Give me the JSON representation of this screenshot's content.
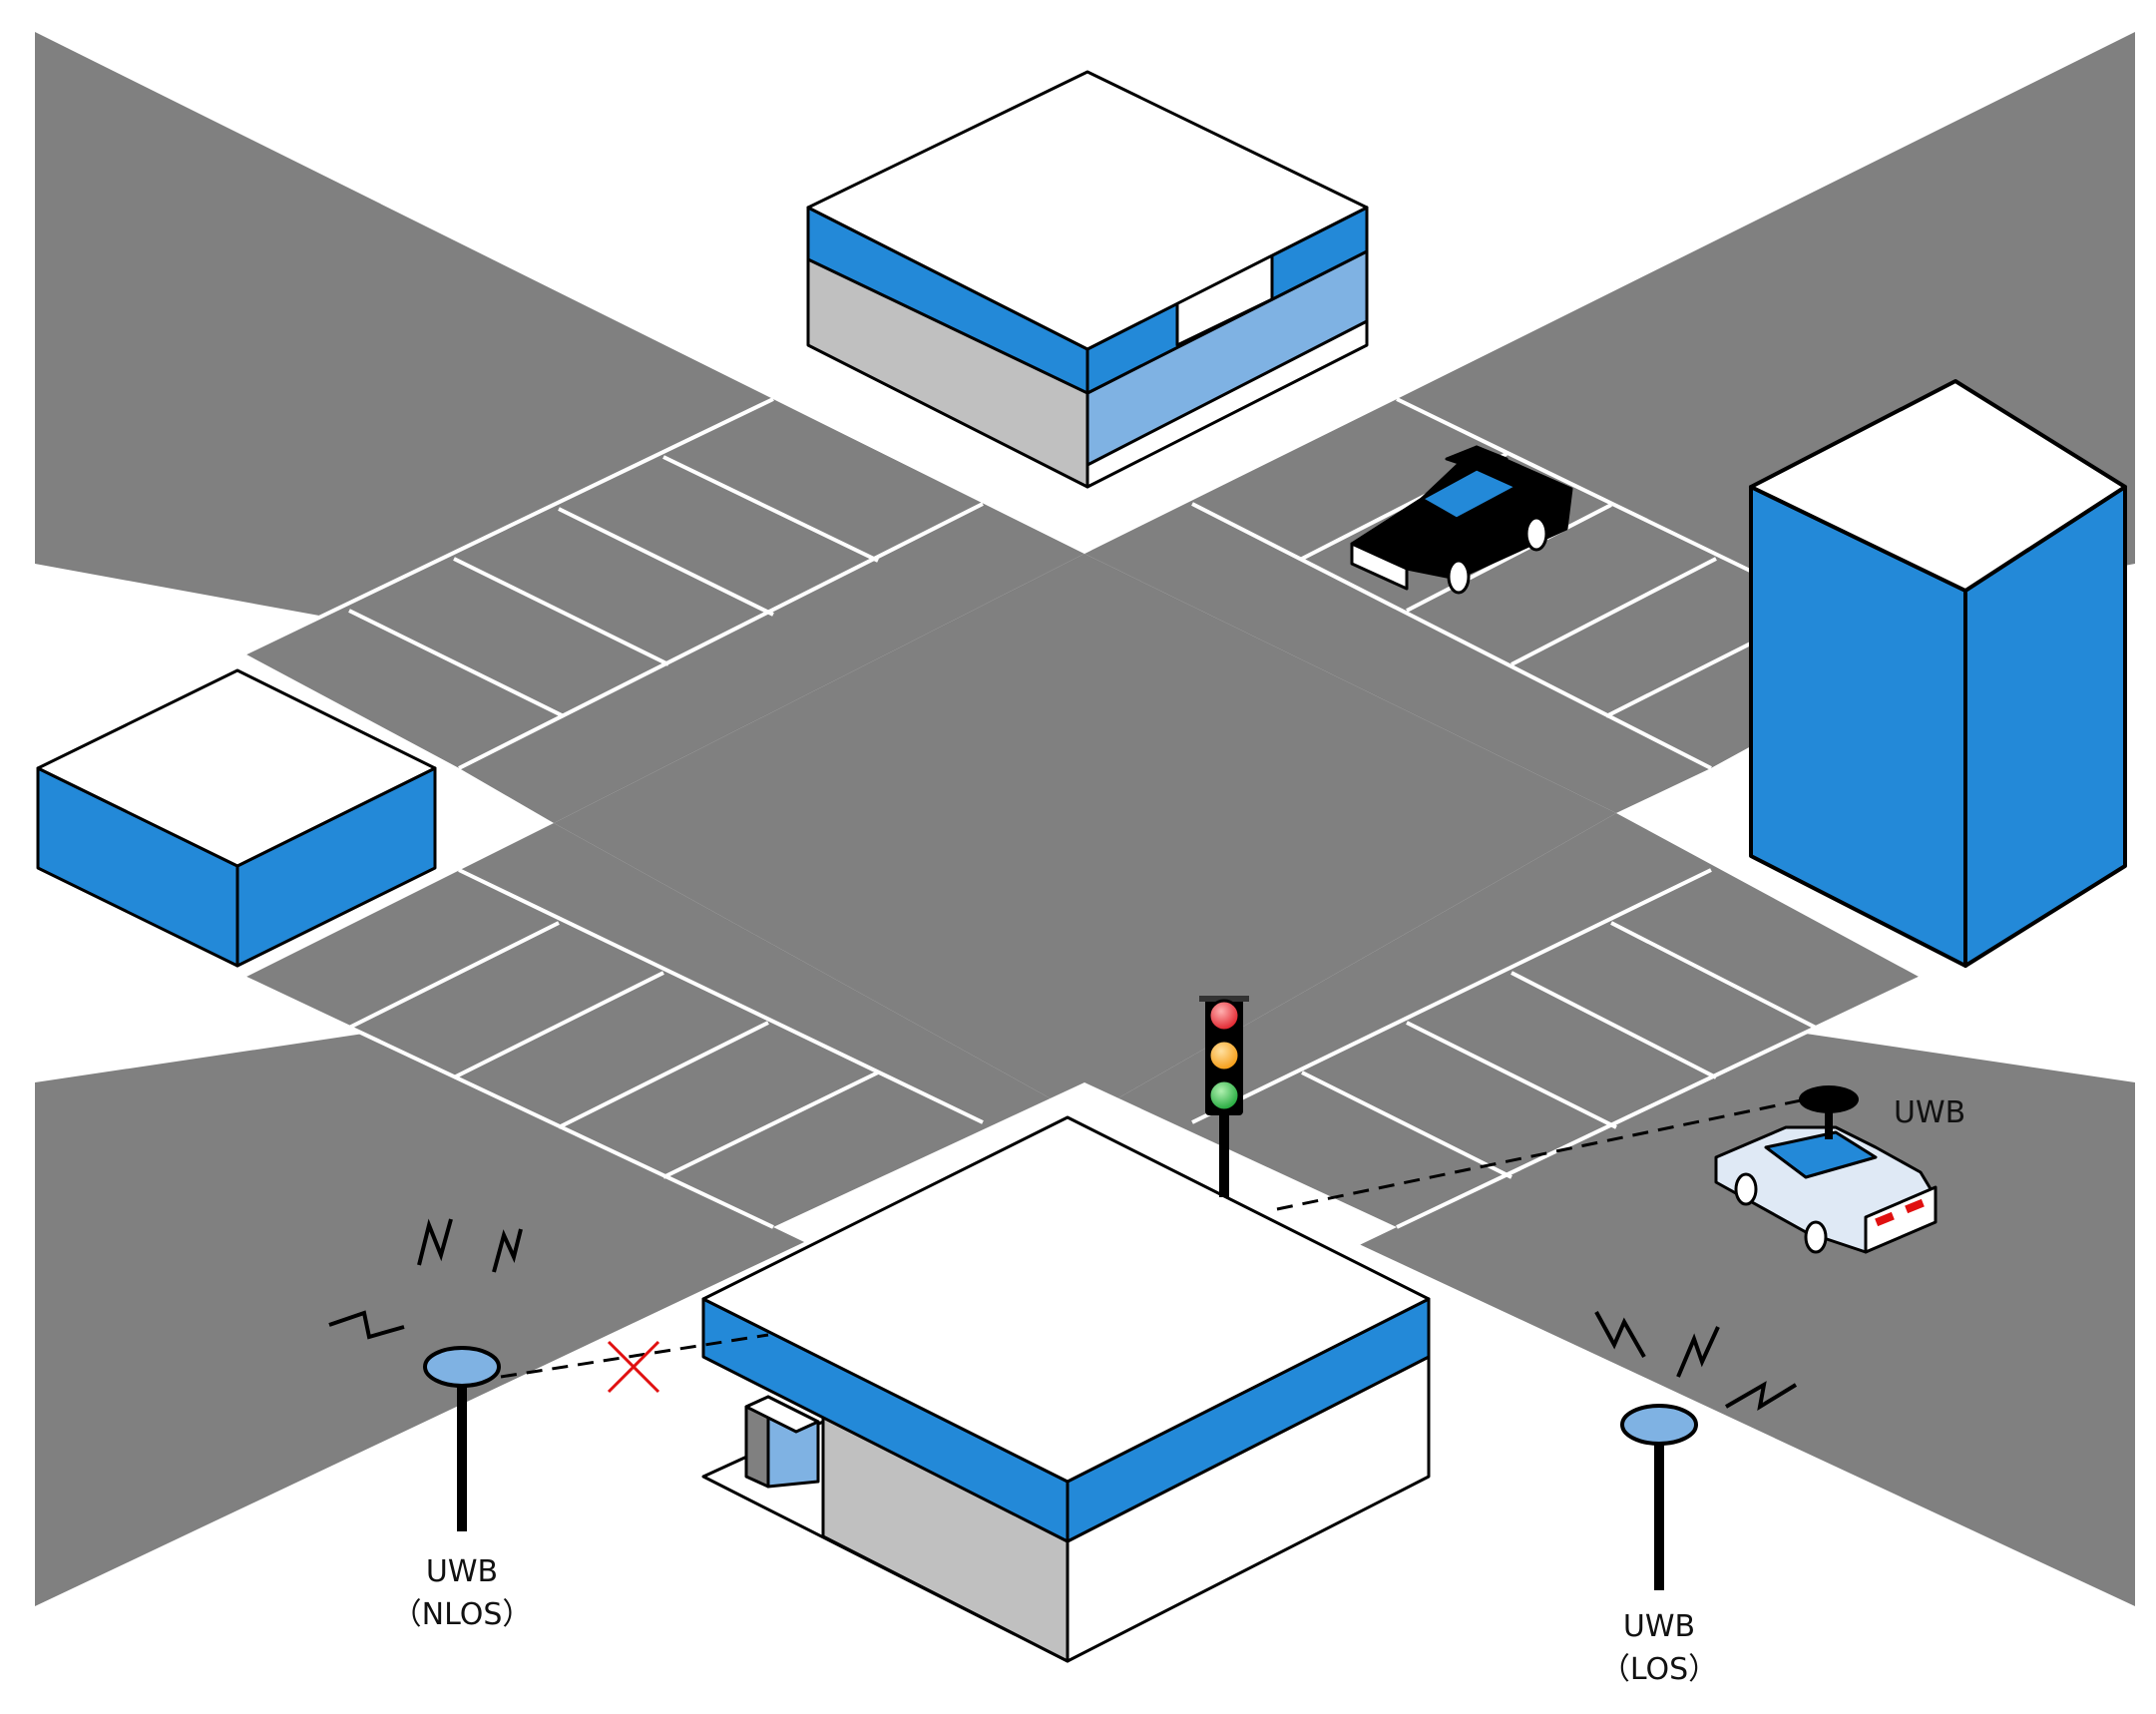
{
  "colors": {
    "road": "#808080",
    "lane_marking": "#ffffff",
    "roof": "#ffffff",
    "facade_blue": "#2389d8",
    "facade_light_blue": "#7fb2e3",
    "wall_gray": "#c0c0c0",
    "outline": "#000000",
    "blocked_signal": "#e01010",
    "antenna_disc": "#7fb2e3"
  },
  "icons": [
    "traffic-light-icon",
    "antenna-icon",
    "car-icon",
    "signal-wave-icon",
    "blocked-signal-icon"
  ],
  "labels": {
    "nlos_antenna": {
      "line1": "UWB",
      "line2": "（NLOS）"
    },
    "los_antenna": {
      "line1": "UWB",
      "line2": "（LOS）"
    },
    "vehicle_antenna": "UWB"
  },
  "traffic_light": {
    "lamps": [
      "#e0202a",
      "#f59a10",
      "#1fa83a"
    ]
  }
}
